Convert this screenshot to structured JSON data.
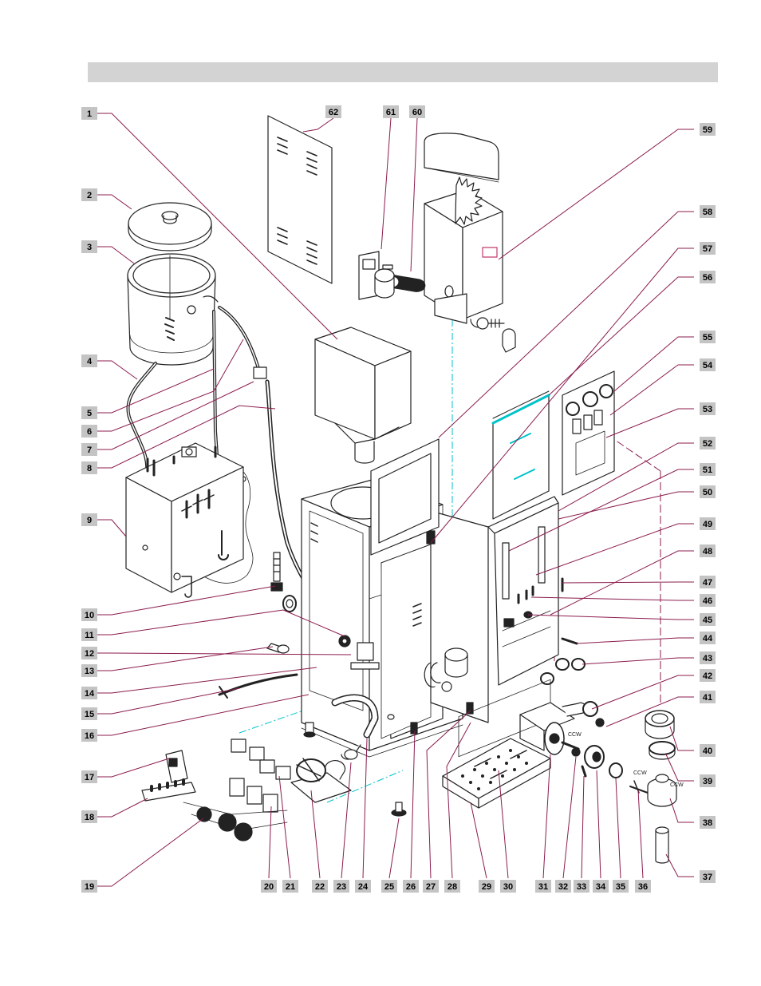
{
  "diagram": {
    "kind": "exploded-parts-view",
    "colors": {
      "callout_fill": "#c4c4c4",
      "leader": "#8b1c4e",
      "guide": "#00c2cc",
      "ink": "#222222",
      "header_bar": "#d3d3d3"
    },
    "rotation_labels": [
      "CCW",
      "CCW",
      "CCW"
    ],
    "part_numbers": [
      "1",
      "2",
      "3",
      "4",
      "5",
      "6",
      "7",
      "8",
      "9",
      "10",
      "11",
      "12",
      "13",
      "14",
      "15",
      "16",
      "17",
      "18",
      "19",
      "20",
      "21",
      "22",
      "23",
      "24",
      "25",
      "26",
      "27",
      "28",
      "29",
      "30",
      "31",
      "32",
      "33",
      "34",
      "35",
      "36",
      "37",
      "38",
      "39",
      "40",
      "41",
      "42",
      "43",
      "44",
      "45",
      "46",
      "47",
      "48",
      "49",
      "50",
      "51",
      "52",
      "53",
      "54",
      "55",
      "56",
      "57",
      "58",
      "59",
      "60",
      "61",
      "62"
    ]
  }
}
